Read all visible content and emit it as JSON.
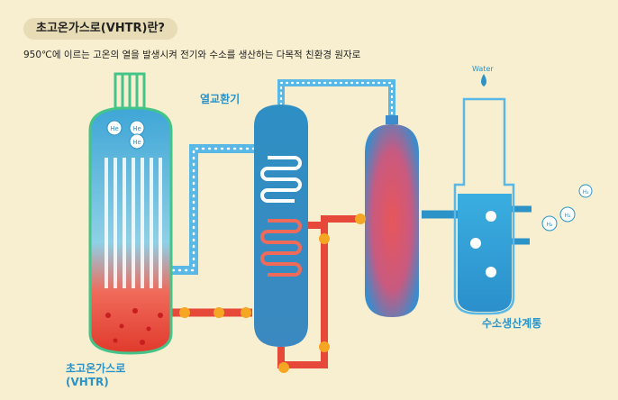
{
  "header": {
    "title": "초고온가스로(VHTR)란?",
    "subtitle": "950℃에 이르는 고온의 열을 발생시켜 전기와 수소를 생산하는 다목적 친환경 원자로"
  },
  "labels": {
    "heat_exchanger": "열교환기",
    "reactor_line1": "초고온가스로",
    "reactor_line2": "(VHTR)",
    "hydrogen_system": "수소생산계통",
    "water": "Water",
    "helium": "He",
    "hydrogen": "H₂"
  },
  "colors": {
    "background": "#f7efcf",
    "accent_blue": "#2b93c8",
    "hot_red": "#e63a2e",
    "green_outline": "#45c48a"
  },
  "icons": [
    "fire-icon",
    "water-drop-icon",
    "hydrogen-molecule-icon",
    "helium-bubble-icon"
  ]
}
